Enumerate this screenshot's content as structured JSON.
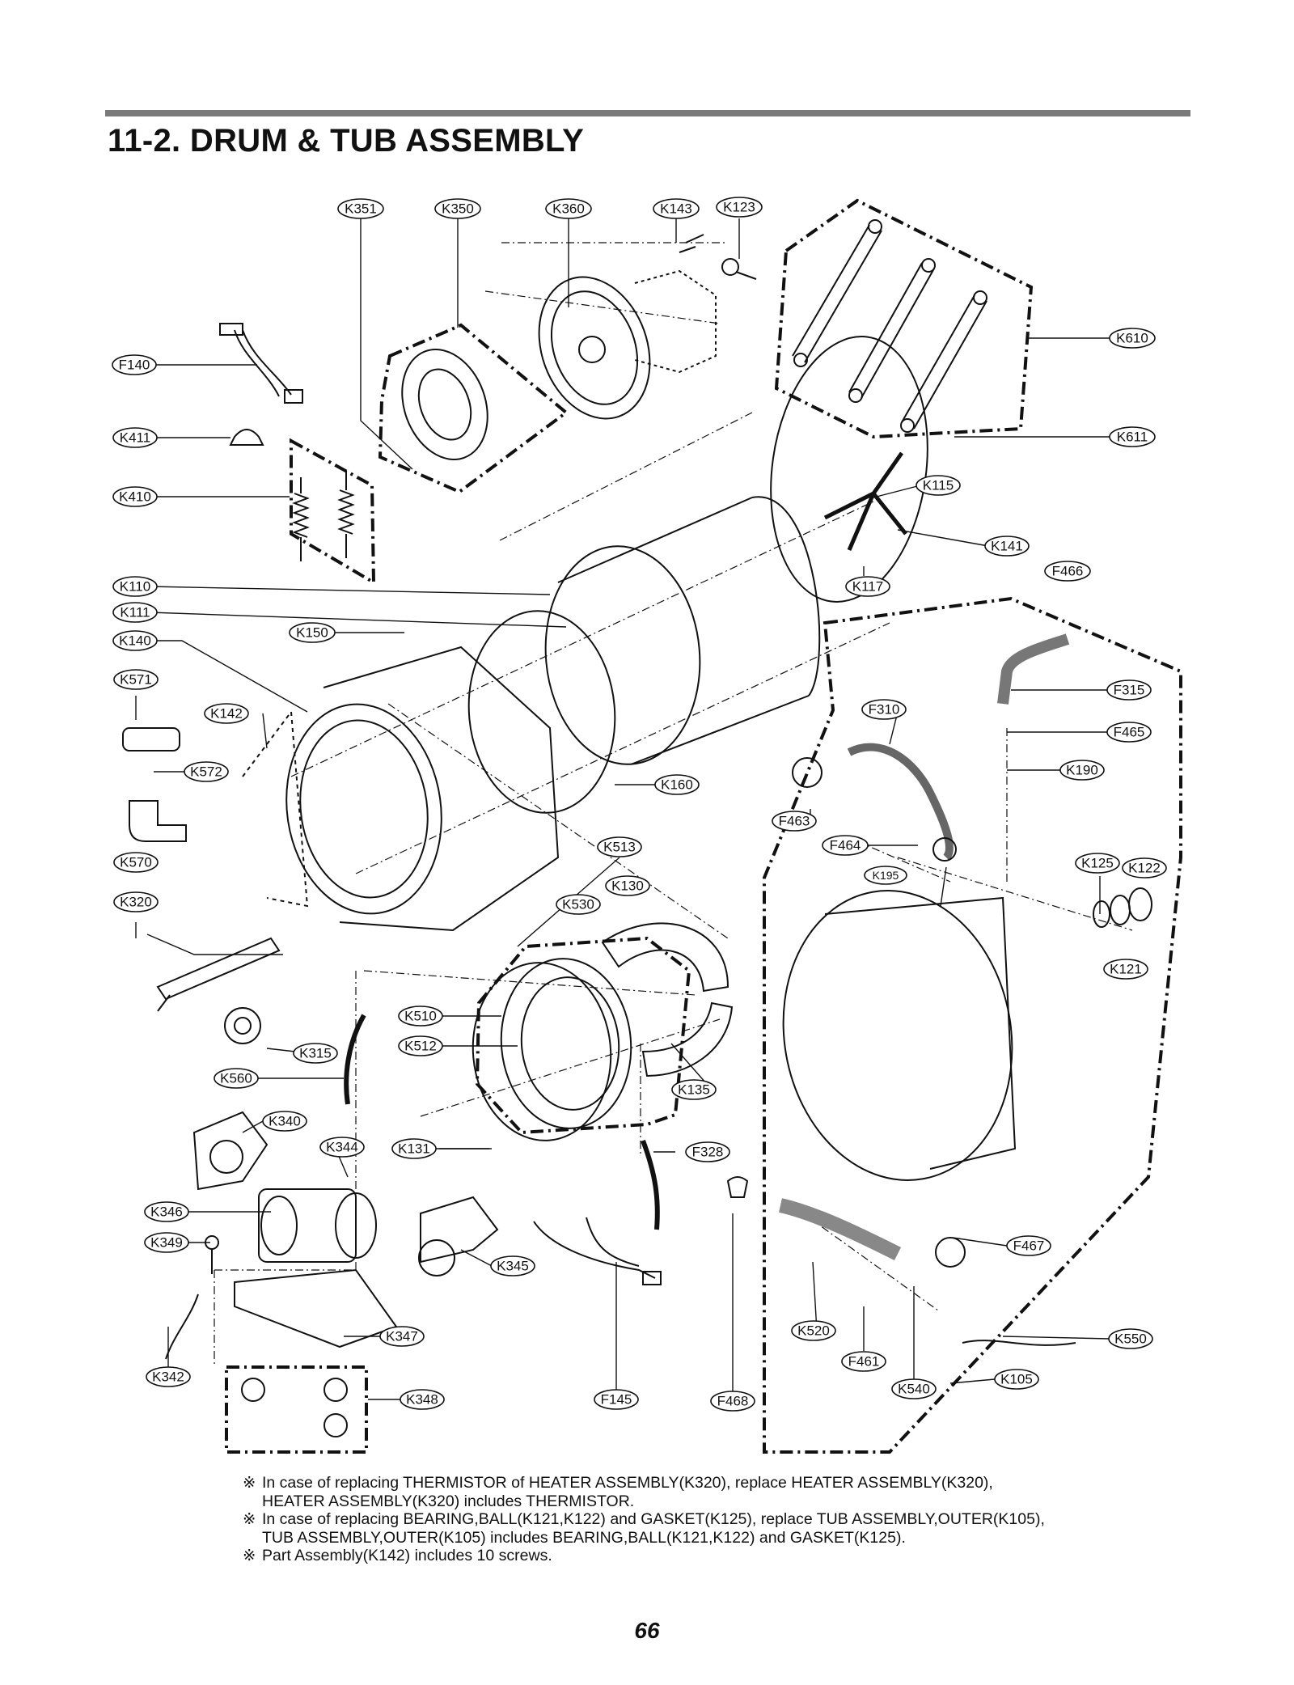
{
  "page": {
    "title": "11-2.  DRUM & TUB ASSEMBLY",
    "page_number": "66"
  },
  "labels": {
    "K351": "K351",
    "K350": "K350",
    "K360": "K360",
    "K143": "K143",
    "K123": "K123",
    "F140": "F140",
    "K411": "K411",
    "K410": "K410",
    "K610": "K610",
    "K611": "K611",
    "K115": "K115",
    "K141": "K141",
    "F466": "F466",
    "K117": "K117",
    "K110": "K110",
    "K111": "K111",
    "K140": "K140",
    "K150": "K150",
    "K571": "K571",
    "K142": "K142",
    "K572": "K572",
    "F315": "F315",
    "F310": "F310",
    "F465": "F465",
    "K190": "K190",
    "K160": "K160",
    "F463": "F463",
    "K570": "K570",
    "K513": "K513",
    "F464": "F464",
    "K122": "K122",
    "K125": "K125",
    "K195": "K195",
    "K320": "K320",
    "K130": "K130",
    "K530": "K530",
    "K121": "K121",
    "K510": "K510",
    "K512": "K512",
    "K315": "K315",
    "K560": "K560",
    "K135": "K135",
    "K340": "K340",
    "K344": "K344",
    "K131": "K131",
    "F328": "F328",
    "K346": "K346",
    "K349": "K349",
    "K345": "K345",
    "F467": "F467",
    "K347": "K347",
    "K520": "K520",
    "K550": "K550",
    "F461": "F461",
    "K342": "K342",
    "K540": "K540",
    "K105": "K105",
    "K348": "K348",
    "F145": "F145",
    "F468": "F468"
  },
  "notes": {
    "mark": "※",
    "n1_l1": "In case of replacing THERMISTOR of HEATER ASSEMBLY(K320), replace HEATER ASSEMBLY(K320),",
    "n1_l2": "HEATER ASSEMBLY(K320) includes THERMISTOR.",
    "n2_l1": "In case of replacing BEARING,BALL(K121,K122) and GASKET(K125), replace TUB ASSEMBLY,OUTER(K105),",
    "n2_l2": "TUB ASSEMBLY,OUTER(K105) includes BEARING,BALL(K121,K122) and GASKET(K125).",
    "n3": "Part Assembly(K142) includes 10 screws."
  }
}
